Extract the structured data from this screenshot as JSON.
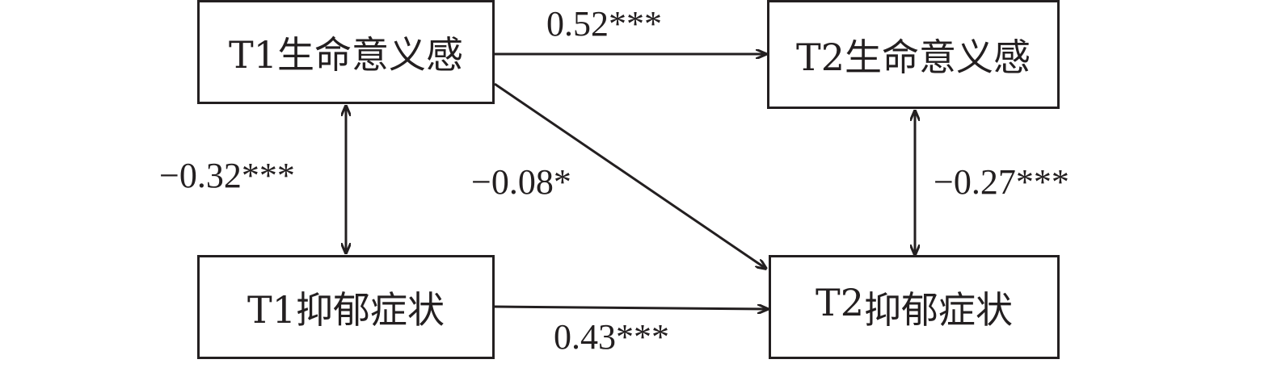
{
  "nodes": {
    "t1_meaning": "T1生命意义感",
    "t2_meaning": "T2生命意义感",
    "t1_depression": "T1抑郁症状",
    "t2_depression": {
      "prefix": "T2",
      "text": "抑郁症状"
    }
  },
  "paths": {
    "t1m_to_t2m": "0.52***",
    "t1m_t1d_cov": "−0.32***",
    "t1m_to_t2d": "−0.08*",
    "t2m_t2d_cov": "−0.27***",
    "t1d_to_t2d": "0.43***"
  }
}
